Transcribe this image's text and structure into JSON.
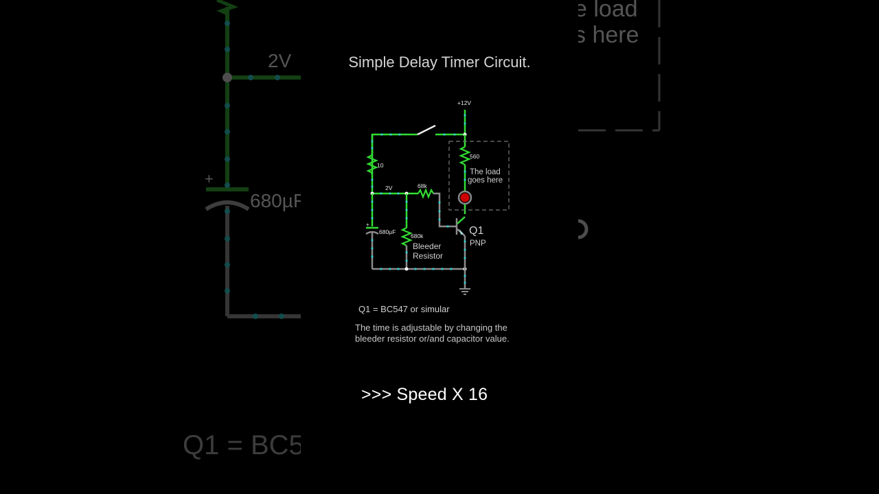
{
  "diagram": {
    "title": "Simple Delay Timer Circuit.",
    "supply_label": "+12V",
    "node_voltage_label": "2V",
    "components": {
      "r1": "10",
      "r2": "68k",
      "r_load": "560",
      "r_bleeder": "680k",
      "capacitor": "680µF",
      "capacitor_polarity": "+",
      "bleeder_label_line1": "Bleeder",
      "bleeder_label_line2": "Resistor",
      "transistor_name": "Q1",
      "transistor_type": "PNP",
      "load_label_line1": "The load",
      "load_label_line2": "goes here"
    },
    "notes": {
      "part_note": "Q1 = BC547 or simular",
      "adjust_note_line1": "The time is adjustable by changing the",
      "adjust_note_line2": "bleeder resistor or/and capacitor value."
    },
    "colors": {
      "wire_active": "#33dd33",
      "wire_idle": "#8c8c8c",
      "current_dot": "#33cccc",
      "led": "#cc0000",
      "text": "#d4d4d4",
      "background": "#000000"
    }
  },
  "overlay": {
    "speed_caption": ">>> Speed X 16"
  },
  "background_blur": {
    "left_voltage_label": "2V",
    "left_cap_label": "680µF",
    "left_cap_polarity": "+",
    "left_bottom_text": "Q1 = BC5",
    "right_top_line1": "e load",
    "right_top_line2": "s here"
  }
}
